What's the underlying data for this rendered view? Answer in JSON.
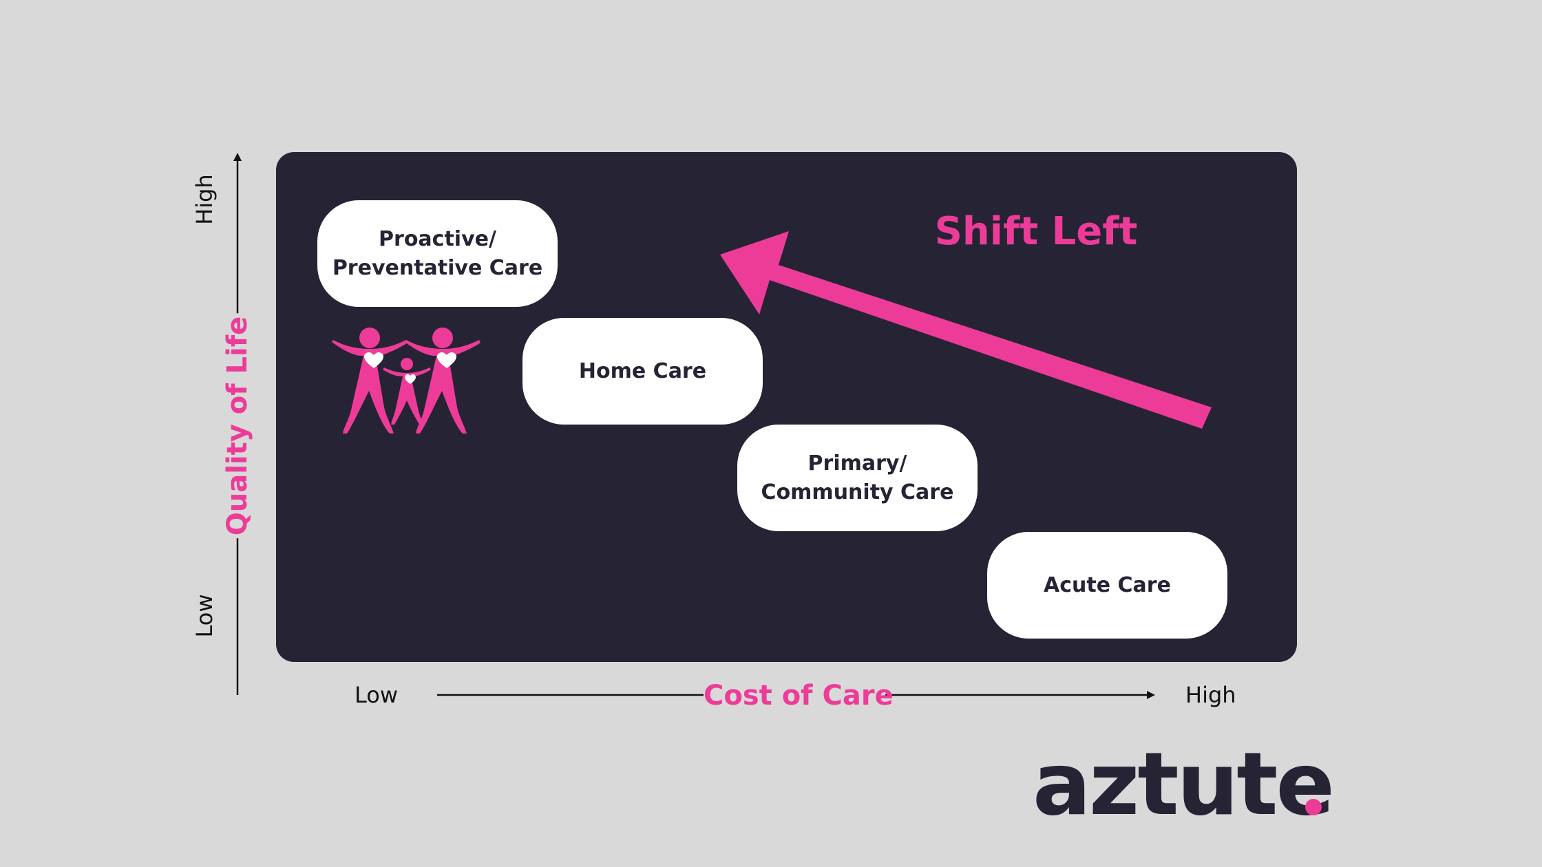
{
  "diagram": {
    "boxes": [
      {
        "label": "Proactive/\nPreventative Care"
      },
      {
        "label": "Home Care"
      },
      {
        "label": "Primary/\nCommunity Care"
      },
      {
        "label": "Acute Care"
      }
    ],
    "arrow_label": "Shift Left",
    "x_axis": {
      "title": "Cost of Care",
      "low": "Low",
      "high": "High"
    },
    "y_axis": {
      "title": "Quality of Life",
      "low": "Low",
      "high": "High"
    }
  },
  "brand": {
    "logo_text": "aztute"
  },
  "colors": {
    "background": "#d9d9d9",
    "panel": "#262335",
    "accent": "#ec3c98",
    "box": "#ffffff"
  },
  "icons": {
    "family": "family-with-hearts-icon",
    "arrow": "shift-left-arrow-icon"
  }
}
